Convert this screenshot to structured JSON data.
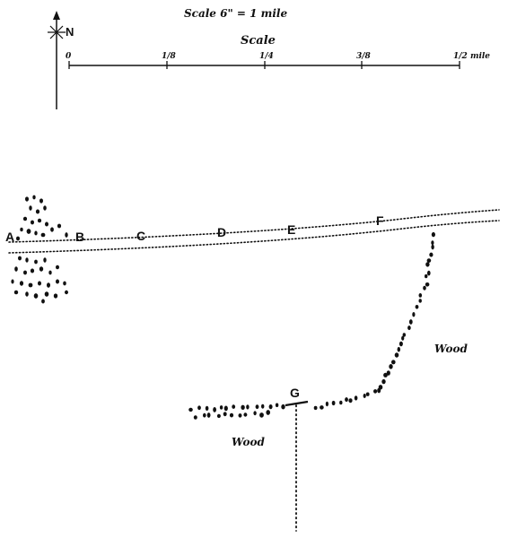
{
  "scale_title": "Scale 6\" = 1 mile",
  "scale_label": "Scale",
  "north_label": "N",
  "scale_ticks": [
    "0",
    "1/8",
    "1/4",
    "3/8",
    "1/2 mile"
  ],
  "points": [
    "A",
    "B",
    "C",
    "D",
    "E",
    "F",
    "G"
  ],
  "wood_labels": [
    "Wood",
    "Wood"
  ],
  "colors": {
    "ink": "#111111",
    "paper": "#ffffff"
  }
}
